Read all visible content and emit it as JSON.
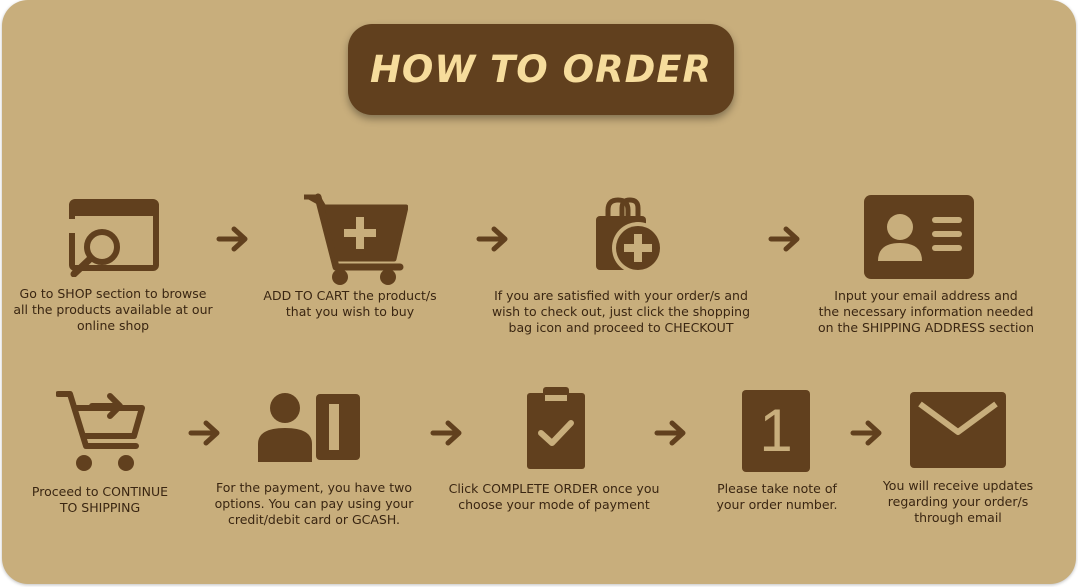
{
  "title": "HOW TO ORDER",
  "colors": {
    "background": "#c8ae7c",
    "icon": "#61401e",
    "title_bg": "#61401e",
    "title_text": "#f6dc9c",
    "text": "#3a2612"
  },
  "steps": [
    {
      "icon": "browse-window-magnifier-icon",
      "text": "Go to SHOP section to browse\nall the products available at our\nonline shop"
    },
    {
      "icon": "cart-plus-icon",
      "text": "ADD TO CART the product/s\nthat you wish to buy"
    },
    {
      "icon": "shopping-bag-plus-icon",
      "text": "If you are satisfied with your order/s and\nwish to check out, just click the shopping\nbag icon and proceed to CHECKOUT"
    },
    {
      "icon": "contact-card-icon",
      "text": "Input your email address and\nthe necessary information needed\non the SHIPPING ADDRESS section"
    },
    {
      "icon": "cart-arrow-icon",
      "text": "Proceed to CONTINUE\nTO SHIPPING"
    },
    {
      "icon": "payment-card-person-icon",
      "text": "For the payment, you have two\noptions. You can pay using your\ncredit/debit card or GCASH."
    },
    {
      "icon": "clipboard-check-icon",
      "text": "Click COMPLETE ORDER once you\nchoose your mode of payment"
    },
    {
      "icon": "order-number-icon",
      "text": "Please take note of\nyour order number."
    },
    {
      "icon": "envelope-icon",
      "text": "You will receive updates\nregarding your order/s\nthrough email"
    }
  ],
  "order_number_glyph": "1"
}
